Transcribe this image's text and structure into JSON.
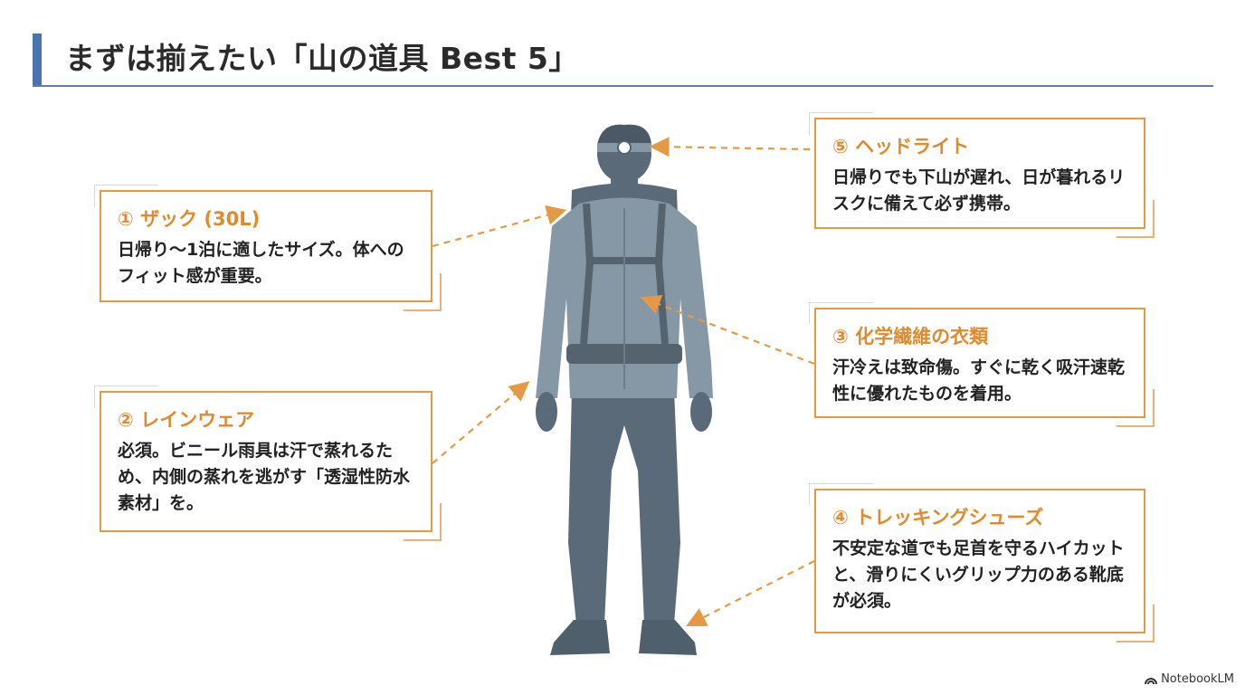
{
  "title": "まずは揃えたい「山の道具 Best 5」",
  "items": [
    {
      "heading": "① ザック (30L)",
      "text": "日帰り〜1泊に適したサイズ。体へのフィット感が重要。"
    },
    {
      "heading": "② レインウェア",
      "text": "必須。ビニール雨具は汗で蒸れるため、内側の蒸れを逃がす「透湿性防水素材」を。"
    },
    {
      "heading": "③ 化学繊維の衣類",
      "text": "汗冷えは致命傷。すぐに乾く吸汗速乾性に優れたものを着用。"
    },
    {
      "heading": "④ トレッキングシューズ",
      "text": "不安定な道でも足首を守るハイカットと、滑りにくいグリップ力のある靴底が必須。"
    },
    {
      "heading": "⑤ ヘッドライト",
      "text": "日帰りでも下山が遅れ、日が暮れるリスクに備えて必ず携帯。"
    }
  ],
  "logo": "NotebookLM",
  "colors": {
    "accent": "#e49a45",
    "title_bar": "#4a74b2",
    "figure_dark": "#5a6a78",
    "figure_light": "#8697a6"
  }
}
